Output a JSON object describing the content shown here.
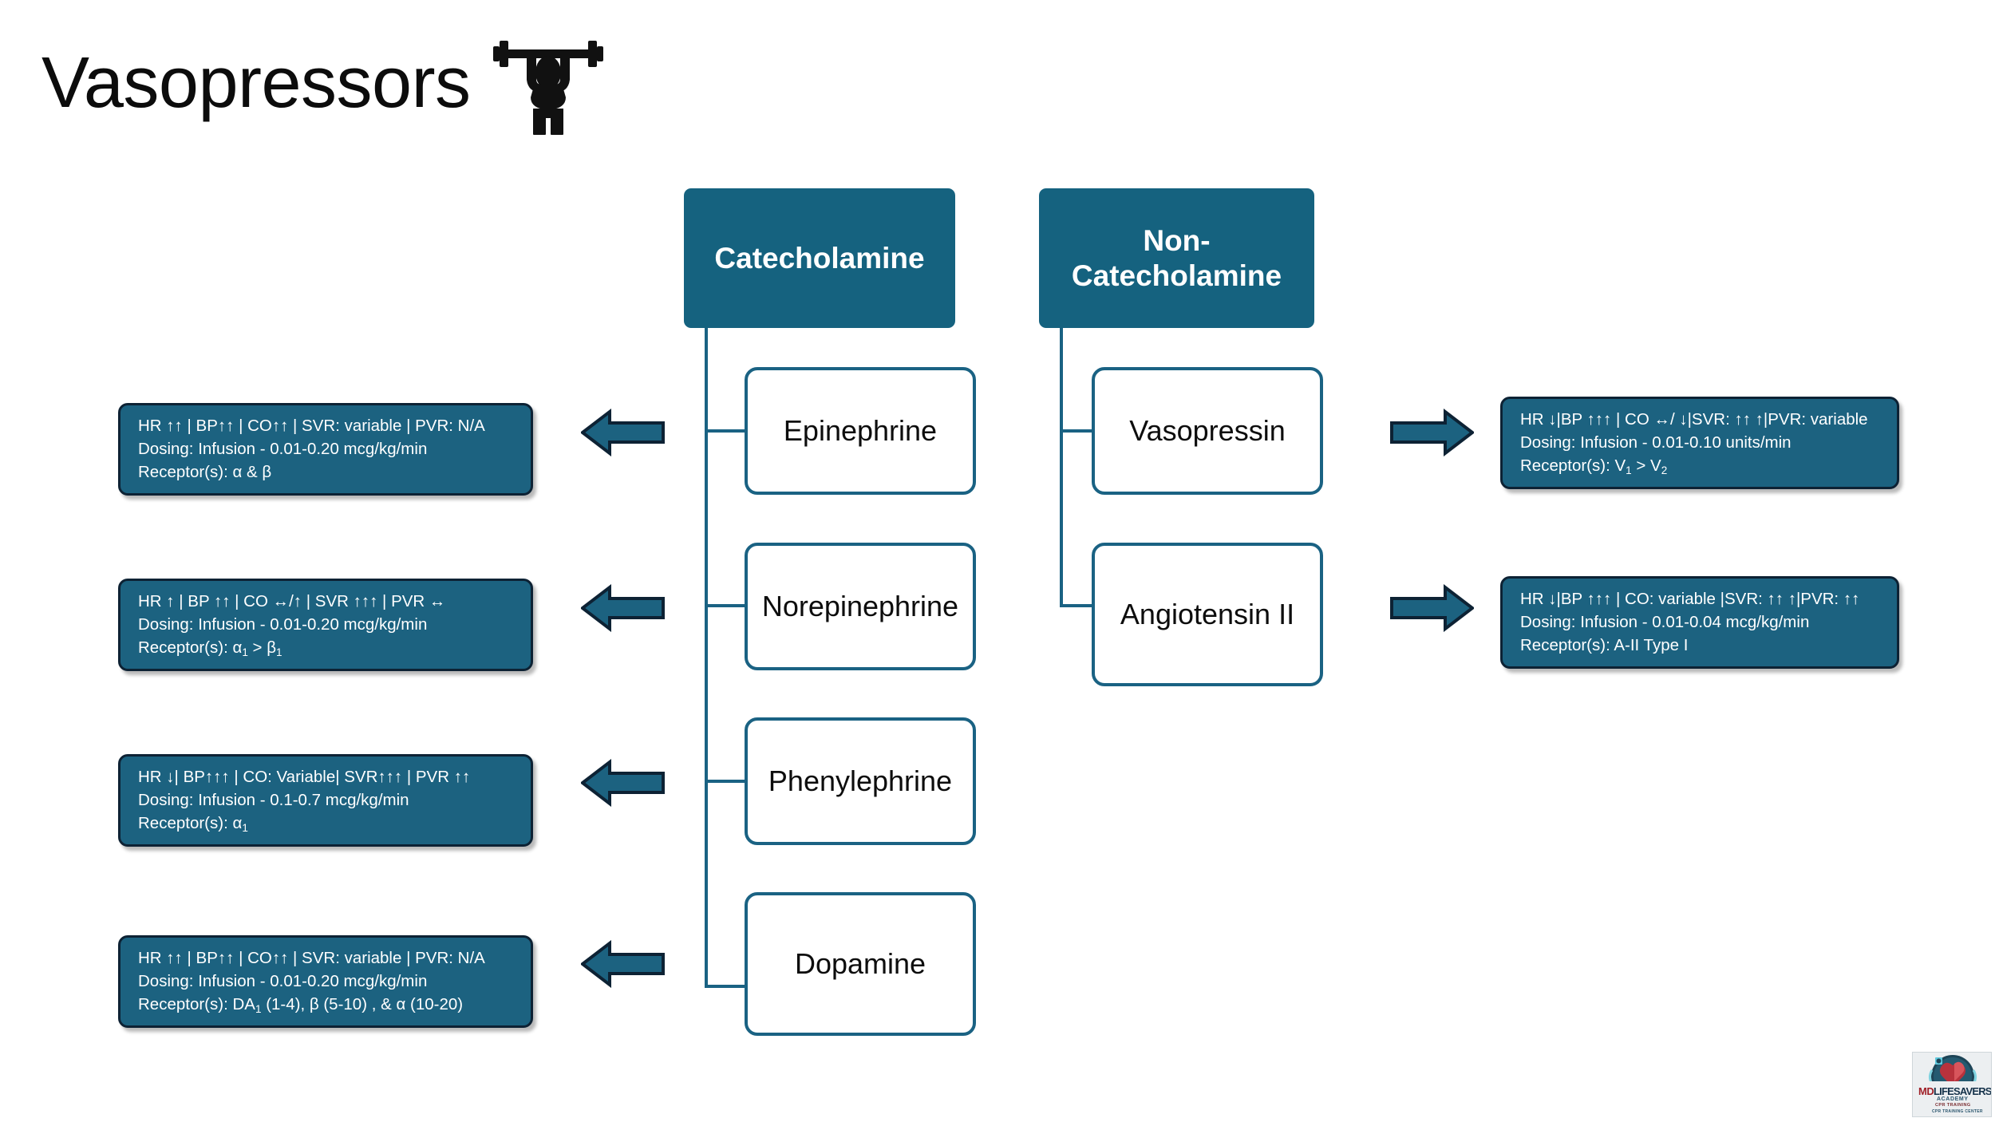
{
  "page_title": "Vasopressors",
  "title_icon": "weightlifter-icon",
  "colors": {
    "teal": "#15627F",
    "info_fill": "#1C6280",
    "info_border": "#0D2234",
    "box_border": "#1A6283",
    "arrow_fill": "#1C6280",
    "arrow_border": "#0D2234",
    "text_dark": "#0c0c0c",
    "text_light": "#ffffff"
  },
  "categories": [
    {
      "id": "catecholamine",
      "label": "Catecholamine"
    },
    {
      "id": "non-catecholamine",
      "label": "Non-\nCatecholamine",
      "line1": "Non-",
      "line2": "Catecholamine"
    }
  ],
  "catecholamines": [
    {
      "name": "Epinephrine",
      "arrow": "arrow-left",
      "details": {
        "effects": "HR ↑↑ | BP↑↑ | CO↑↑ | SVR: variable | PVR: N/A",
        "dosing": "Dosing: Infusion - 0.01-0.20 mcg/kg/min",
        "receptors_prefix": "Receptor(s):  α & β",
        "receptors_plain": "Receptor(s):  α & β"
      }
    },
    {
      "name": "Norepinephrine",
      "arrow": "arrow-left",
      "details": {
        "effects": "HR ↑ | BP ↑↑ | CO ↔/↑ | SVR ↑↑↑ | PVR ↔",
        "dosing": "Dosing: Infusion - 0.01-0.20 mcg/kg/min",
        "receptors_prefix": "Receptor(s):  α",
        "receptors_sub1": "1",
        "receptors_mid": " > β",
        "receptors_sub2": "1",
        "receptors_plain": "Receptor(s):  α1 > β1"
      }
    },
    {
      "name": "Phenylephrine",
      "arrow": "arrow-left",
      "details": {
        "effects": "HR ↓| BP↑↑↑ | CO: Variable| SVR↑↑↑ | PVR ↑↑",
        "dosing": "Dosing: Infusion - 0.1-0.7 mcg/kg/min",
        "receptors_prefix": "Receptor(s):  α",
        "receptors_sub1": "1",
        "receptors_plain": "Receptor(s):  α1"
      }
    },
    {
      "name": "Dopamine",
      "arrow": "arrow-left",
      "details": {
        "effects": "HR ↑↑ | BP↑↑ | CO↑↑ | SVR: variable | PVR: N/A",
        "dosing": "Dosing: Infusion - 0.01-0.20 mcg/kg/min",
        "receptors_prefix": "Receptor(s):  DA",
        "receptors_sub1": "1",
        "receptors_mid": " (1-4), β (5-10) , & α (10-20)",
        "receptors_plain": "Receptor(s):  DA1 (1-4), β (5-10) , & α (10-20)"
      }
    }
  ],
  "non_catecholamines": [
    {
      "name": "Vasopressin",
      "arrow": "arrow-right",
      "details": {
        "effects": "HR ↓|BP ↑↑↑ | CO ↔/ ↓|SVR: ↑↑ ↑|PVR: variable",
        "dosing": "Dosing: Infusion - 0.01-0.10 units/min",
        "receptors_prefix": "Receptor(s):  V",
        "receptors_sub1": "1",
        "receptors_mid": " > V",
        "receptors_sub2": "2",
        "receptors_plain": "Receptor(s):  V1 > V2"
      }
    },
    {
      "name": "Angiotensin II",
      "arrow": "arrow-right",
      "details": {
        "effects": "HR ↓|BP ↑↑↑ | CO: variable |SVR: ↑↑ ↑|PVR: ↑↑",
        "dosing": "Dosing: Infusion - 0.01-0.04 mcg/kg/min",
        "receptors_prefix": "Receptor(s):  A-II Type I",
        "receptors_plain": "Receptor(s):  A-II Type I"
      }
    }
  ],
  "logo": {
    "name": "md-lifesavers-academy-logo",
    "md": "MD",
    "lifesavers": "LIFESAVERS",
    "academy": "ACADEMY",
    "cpr_training": "CPR TRAINING",
    "center": "CPR TRAINING CENTER"
  }
}
